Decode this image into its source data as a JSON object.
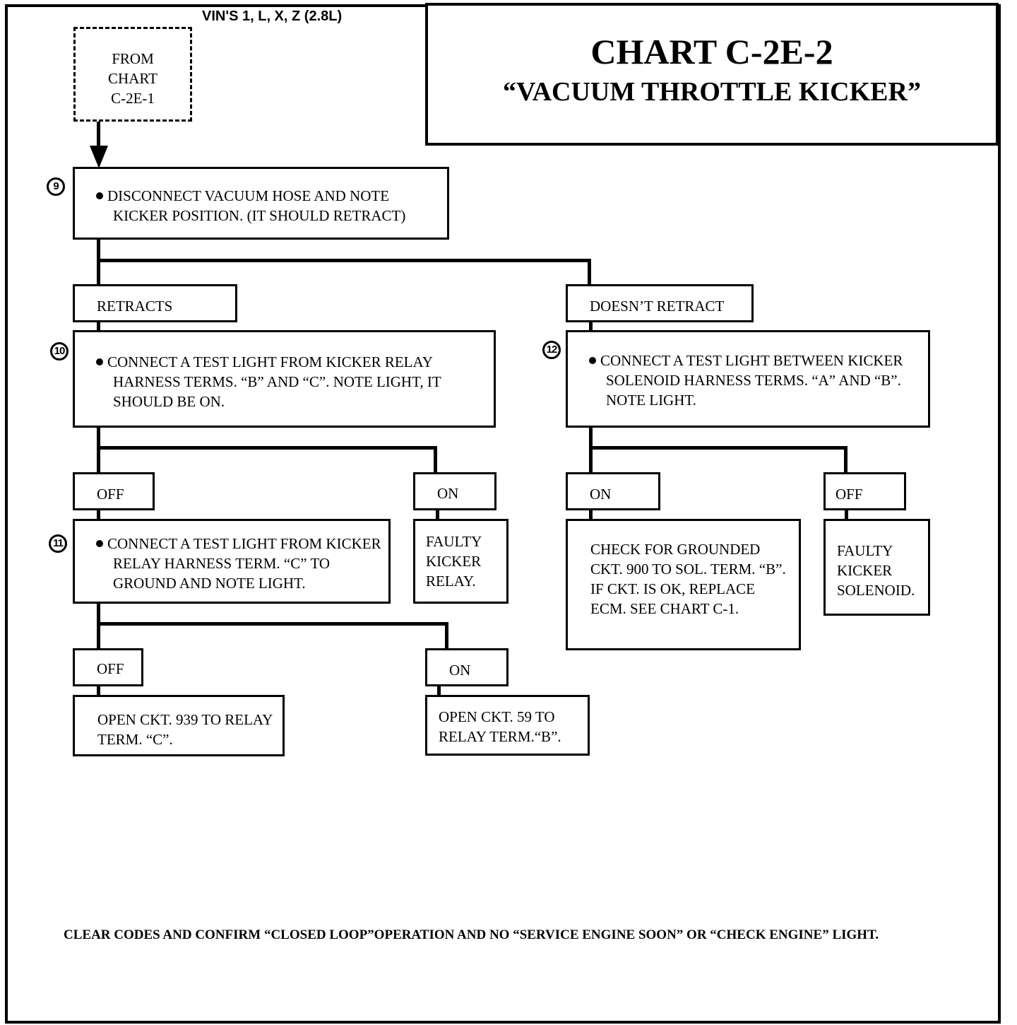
{
  "header": {
    "vin": "VIN'S 1, L, X, Z (2.8L)",
    "chart_id": "CHART C-2E-2",
    "chart_title": "“VACUUM THROTTLE KICKER”"
  },
  "entry": {
    "line1": "FROM",
    "line2": "CHART",
    "line3": "C-2E-1"
  },
  "steps": {
    "s9": {
      "num": "9",
      "text": "DISCONNECT VACUUM HOSE AND NOTE KICKER POSITION. (IT SHOULD RETRACT)"
    },
    "s10": {
      "num": "10",
      "text": "CONNECT A TEST LIGHT FROM KICKER RELAY HARNESS TERMS. “B” AND “C”. NOTE LIGHT, IT SHOULD BE ON."
    },
    "s11": {
      "num": "11",
      "text": "CONNECT A TEST LIGHT FROM KICKER RELAY HARNESS TERM. “C” TO GROUND AND NOTE LIGHT."
    },
    "s12": {
      "num": "12",
      "text": "CONNECT A TEST LIGHT BETWEEN KICKER SOLENOID HARNESS TERMS. “A” AND “B”. NOTE LIGHT."
    }
  },
  "branches": {
    "retracts": "RETRACTS",
    "doesnt_retract": "DOESN’T RETRACT",
    "s10_off": "OFF",
    "s10_on": "ON",
    "s12_on": "ON",
    "s12_off": "OFF",
    "s11_off": "OFF",
    "s11_on": "ON"
  },
  "results": {
    "faulty_relay": "FAULTY KICKER RELAY.",
    "check_grounded": "CHECK FOR GROUNDED CKT. 900 TO SOL. TERM. “B”. IF CKT. IS OK, REPLACE ECM. SEE CHART C-1.",
    "faulty_solenoid": "FAULTY KICKER SOLENOID.",
    "open_939": "OPEN CKT. 939 TO RELAY TERM. “C”.",
    "open_59": "OPEN CKT. 59 TO RELAY TERM.“B”."
  },
  "footer": {
    "text": "CLEAR CODES AND CONFIRM “CLOSED LOOP”OPERATION AND NO “SERVICE ENGINE SOON” OR “CHECK ENGINE” LIGHT."
  }
}
